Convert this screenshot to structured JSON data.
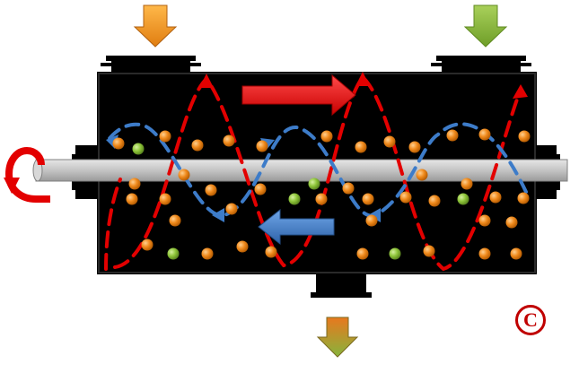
{
  "diagram": {
    "colors": {
      "background": "#ffffff",
      "vessel_body": "#000000",
      "shaft": "#c9c9c9",
      "orange_particle": "#f08a1c",
      "green_particle": "#8fc63a",
      "red_flow": "#e30000",
      "blue_flow": "#3d7cc9",
      "inlet_orange": "#f0a020",
      "inlet_green": "#8ab43a",
      "outlet_gradient_top": "#e07a20",
      "outlet_gradient_bottom": "#8ab43a",
      "copyright": "#c00000"
    },
    "symbols": {
      "copyright": "C"
    },
    "icons": {
      "inlet_left": "arrow-down-orange-icon",
      "inlet_right": "arrow-down-green-icon",
      "outlet": "arrow-down-gradient-icon",
      "rotation": "rotation-arrow-icon",
      "forward_flow": "arrow-right-red-icon",
      "backward_flow": "arrow-left-blue-icon",
      "copyright": "copyright-icon"
    },
    "particles": {
      "orange_count": 40,
      "green_count": 6
    }
  }
}
